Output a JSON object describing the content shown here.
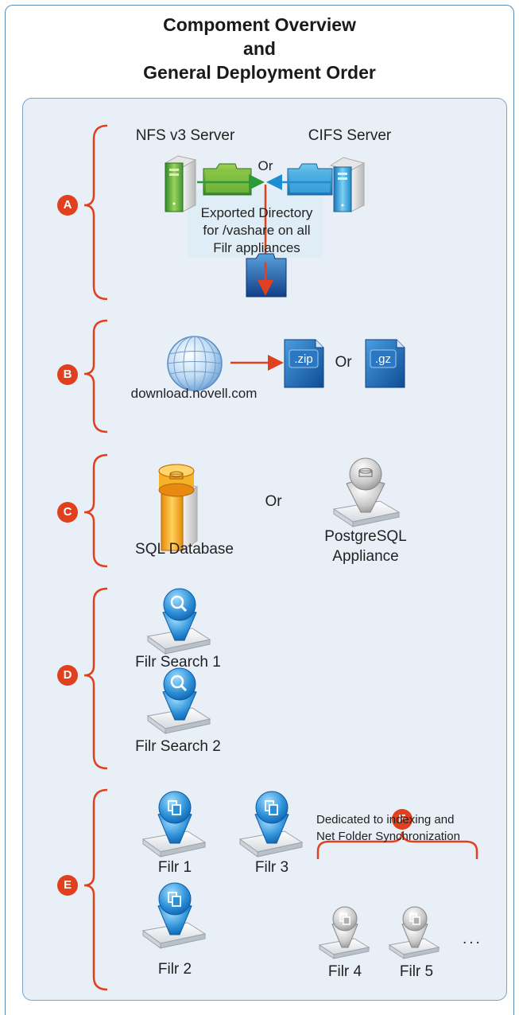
{
  "title": {
    "line1": "Compoment Overview",
    "line2": "and",
    "line3": "General Deployment Order"
  },
  "sections": {
    "A": {
      "badge": "A",
      "nfs_label": "NFS v3 Server",
      "cifs_label": "CIFS Server",
      "or_label": "Or",
      "export_line1": "Exported Directory",
      "export_line2": "for /vashare on all",
      "export_line3": "Filr appliances"
    },
    "B": {
      "badge": "B",
      "globe_label": "download.novell.com",
      "zip_label": ".zip",
      "gz_label": ".gz",
      "or_label": "Or"
    },
    "C": {
      "badge": "C",
      "sql_label": "SQL Database",
      "or_label": "Or",
      "pg_line1": "PostgreSQL",
      "pg_line2": "Appliance"
    },
    "D": {
      "badge": "D",
      "search1_label": "Filr Search 1",
      "search2_label": "Filr Search 2"
    },
    "E": {
      "badge": "E",
      "filr1_label": "Filr 1",
      "filr2_label": "Filr 2",
      "filr3_label": "Filr 3",
      "dedicated_line1": "Dedicated to indexing and",
      "dedicated_line2": "Net Folder Synchronization"
    },
    "F": {
      "badge": "F",
      "filr4_label": "Filr 4",
      "filr5_label": "Filr 5",
      "ellipsis": "..."
    }
  },
  "colors": {
    "bracket": "#e0401e",
    "panel_bg": "#e9eff7",
    "panel_border": "#7aa4d0",
    "frame_border": "#5a8ab8",
    "green_arrow": "#2f9a3a",
    "blue_arrow": "#1b8fd0",
    "red_arrow": "#e0401e"
  },
  "icons": [
    "green-server-icon",
    "green-folder-icon",
    "blue-folder-icon",
    "blue-server-icon",
    "exported-folder-icon",
    "globe-icon",
    "zip-file-icon",
    "gz-file-icon",
    "sql-database-icon",
    "postgresql-appliance-icon",
    "filr-search-appliance-icon",
    "filr-appliance-icon"
  ]
}
